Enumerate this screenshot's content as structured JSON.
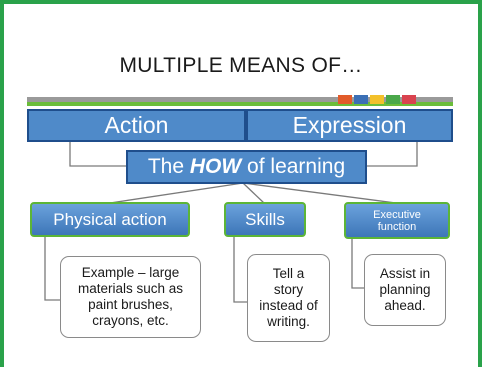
{
  "slide": {
    "title": "MULTIPLE MEANS OF…",
    "boxes": {
      "action": "Action",
      "expression": "Expression",
      "how_prefix": "The ",
      "how_emphasis": "HOW",
      "how_suffix": " of learning"
    },
    "categories": [
      {
        "label": "Physical action",
        "note": [
          "Example – large",
          "materials such as",
          "paint brushes,",
          "crayons, etc."
        ]
      },
      {
        "label": "Skills",
        "note": [
          "Tell a",
          "story",
          "instead of",
          "writing."
        ]
      },
      {
        "label_lines": [
          "Executive",
          "function"
        ],
        "note": [
          "Assist in",
          "planning",
          "ahead."
        ]
      }
    ],
    "colors": {
      "frame": "#2aa24a",
      "box_fill": "#4f8ac9",
      "box_border": "#1f4e8c",
      "category_border": "#5cb537"
    }
  }
}
